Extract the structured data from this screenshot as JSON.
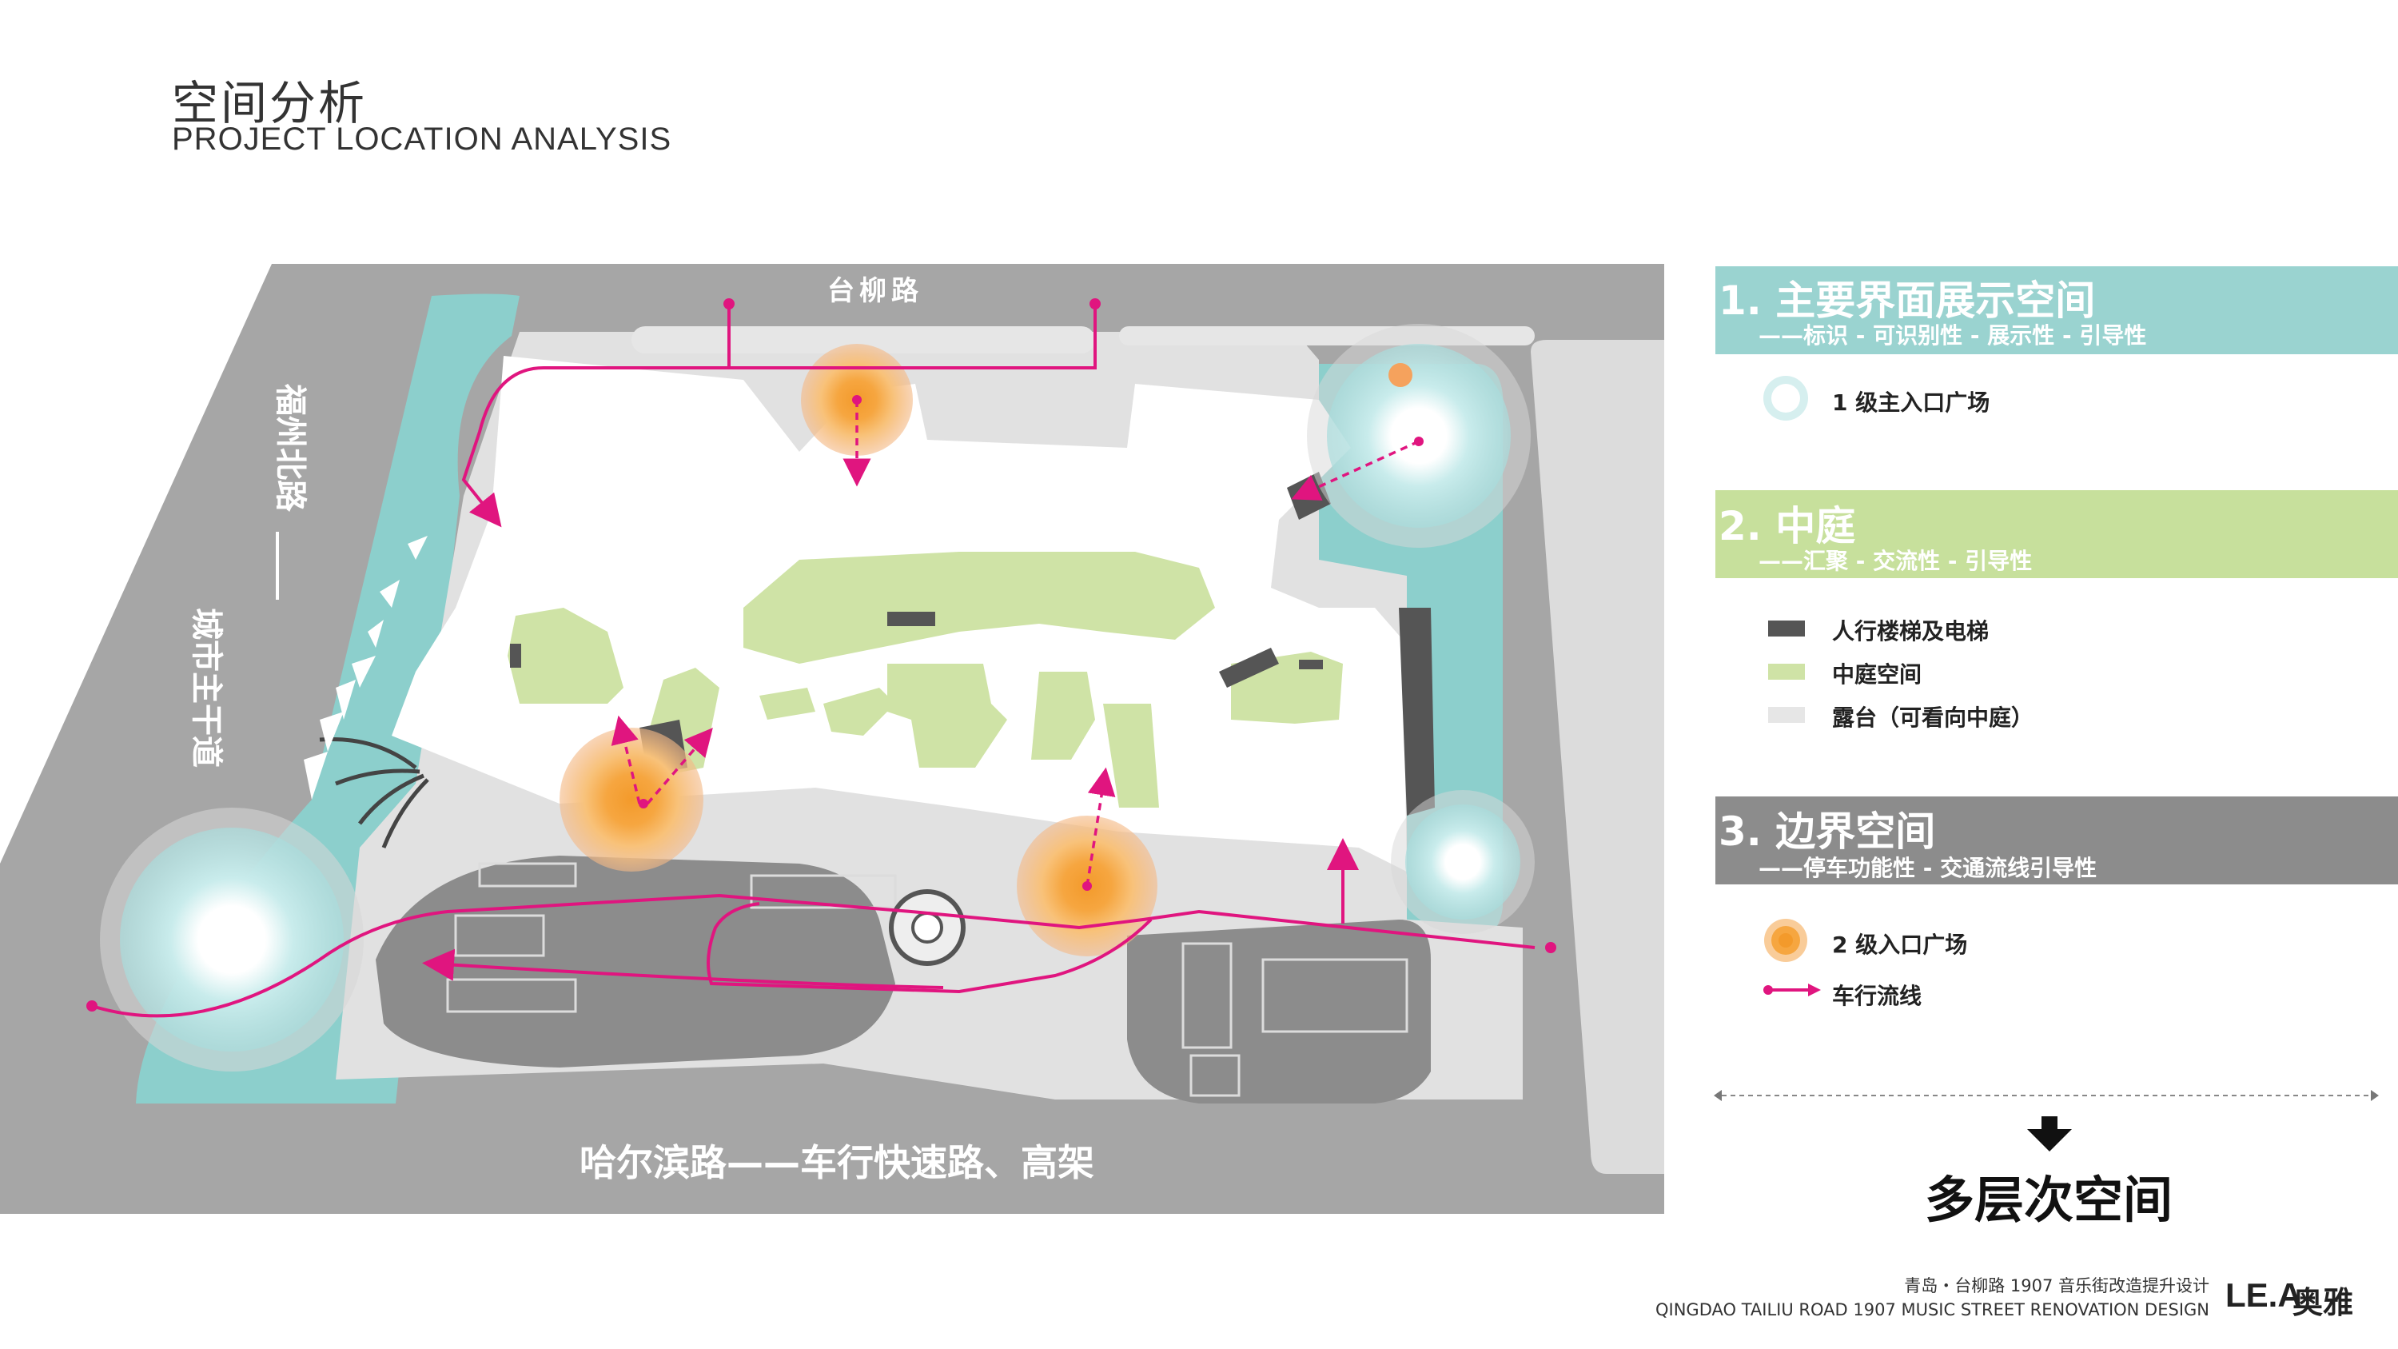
{
  "header": {
    "title_cn": "空间分析",
    "title_en": "PROJECT LOCATION ANALYSIS"
  },
  "map": {
    "road_top": "台柳路",
    "road_left_a": "福州北路",
    "road_left_b": "城市主干道",
    "road_bottom": "哈尔滨路——车行快速路、高架"
  },
  "legend": {
    "section1": {
      "title": "1. 主要界面展示空间",
      "subtitle": "——标识 - 可识别性 - 展示性 - 引导性",
      "color": "#9ad3d0",
      "items": [
        {
          "icon": "primary-plaza-icon",
          "label": "1 级主入口广场"
        }
      ]
    },
    "section2": {
      "title": "2. 中庭",
      "subtitle": "——汇聚 - 交流性 - 引导性",
      "color": "#c7e09c",
      "items": [
        {
          "icon": "stair-elevator-swatch",
          "label": "人行楼梯及电梯",
          "color": "#555555"
        },
        {
          "icon": "atrium-swatch",
          "label": "中庭空间",
          "color": "#cfe3a6"
        },
        {
          "icon": "terrace-swatch",
          "label": "露台（可看向中庭）",
          "color": "#e6e6e6"
        }
      ]
    },
    "section3": {
      "title": "3. 边界空间",
      "subtitle": "——停车功能性 - 交通流线引导性",
      "color": "#8c8c8c",
      "items": [
        {
          "icon": "secondary-plaza-icon",
          "label": "2 级入口广场",
          "color": "#f39a2b"
        },
        {
          "icon": "vehicle-flow-icon",
          "label": "车行流线",
          "color": "#e0157f"
        }
      ]
    },
    "conclusion": "多层次空间"
  },
  "footer": {
    "project_cn": "青岛・台柳路 1907 音乐街改造提升设计",
    "project_en": "QINGDAO TAILIU ROAD 1907 MUSIC STREET RENOVATION DESIGN",
    "logo_mark": "LE.A",
    "logo_cn": "奥雅"
  }
}
